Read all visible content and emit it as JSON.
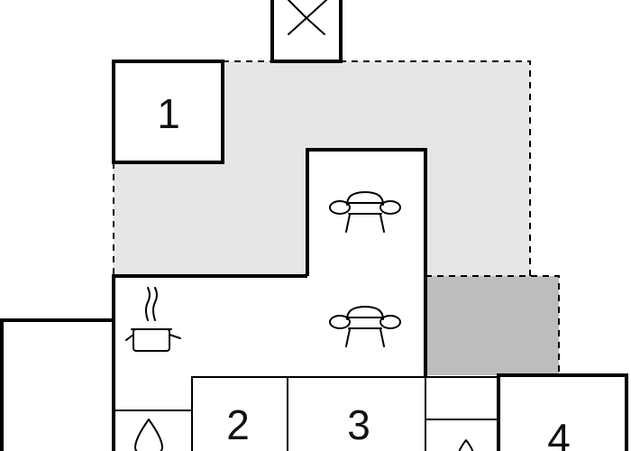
{
  "colors": {
    "terrace": "#e6e6e6",
    "patio": "#bdbdbd",
    "wall": "#000000",
    "water": "#b9ecf5"
  },
  "rooms": {
    "r1": {
      "label": "1"
    },
    "r2": {
      "label": "2"
    },
    "r3": {
      "label": "3"
    },
    "r4": {
      "label": "4"
    }
  },
  "icons": [
    "window-cross-icon",
    "sofa-icon",
    "cooking-pot-icon",
    "water-drop-icon"
  ]
}
